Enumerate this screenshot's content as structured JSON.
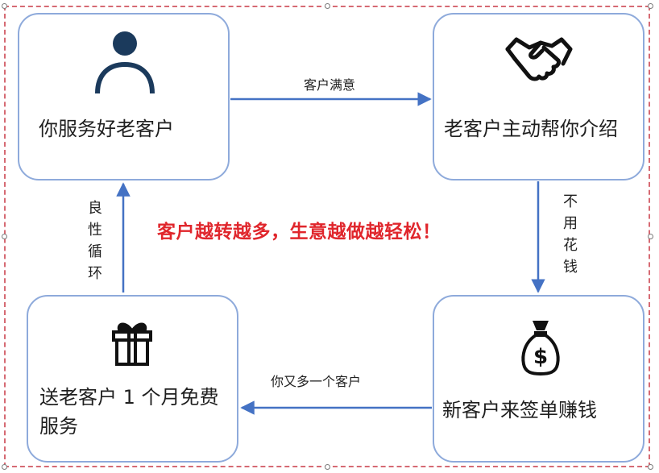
{
  "nodes": {
    "top_left": {
      "label": "你服务好老客户",
      "icon": "person-icon"
    },
    "top_right": {
      "label": "老客户主动帮你介绍",
      "icon": "handshake-icon"
    },
    "bottom_right": {
      "label": "新客户来签单赚钱",
      "icon": "money-bag-icon"
    },
    "bottom_left": {
      "label": "送老客户 1 个月免费服务",
      "icon": "gift-icon"
    }
  },
  "edges": {
    "top": "客户满意",
    "right": "不用花钱",
    "bottom": "你又多一个客户",
    "left": "良性循环"
  },
  "slogan": "客户越转越多，生意越做越轻松！",
  "colors": {
    "arrow": "#4472c4",
    "box_border": "#8eaadb",
    "icon": "#1b3a5c",
    "slogan": "#e0262c",
    "frame": "#d66a73"
  }
}
